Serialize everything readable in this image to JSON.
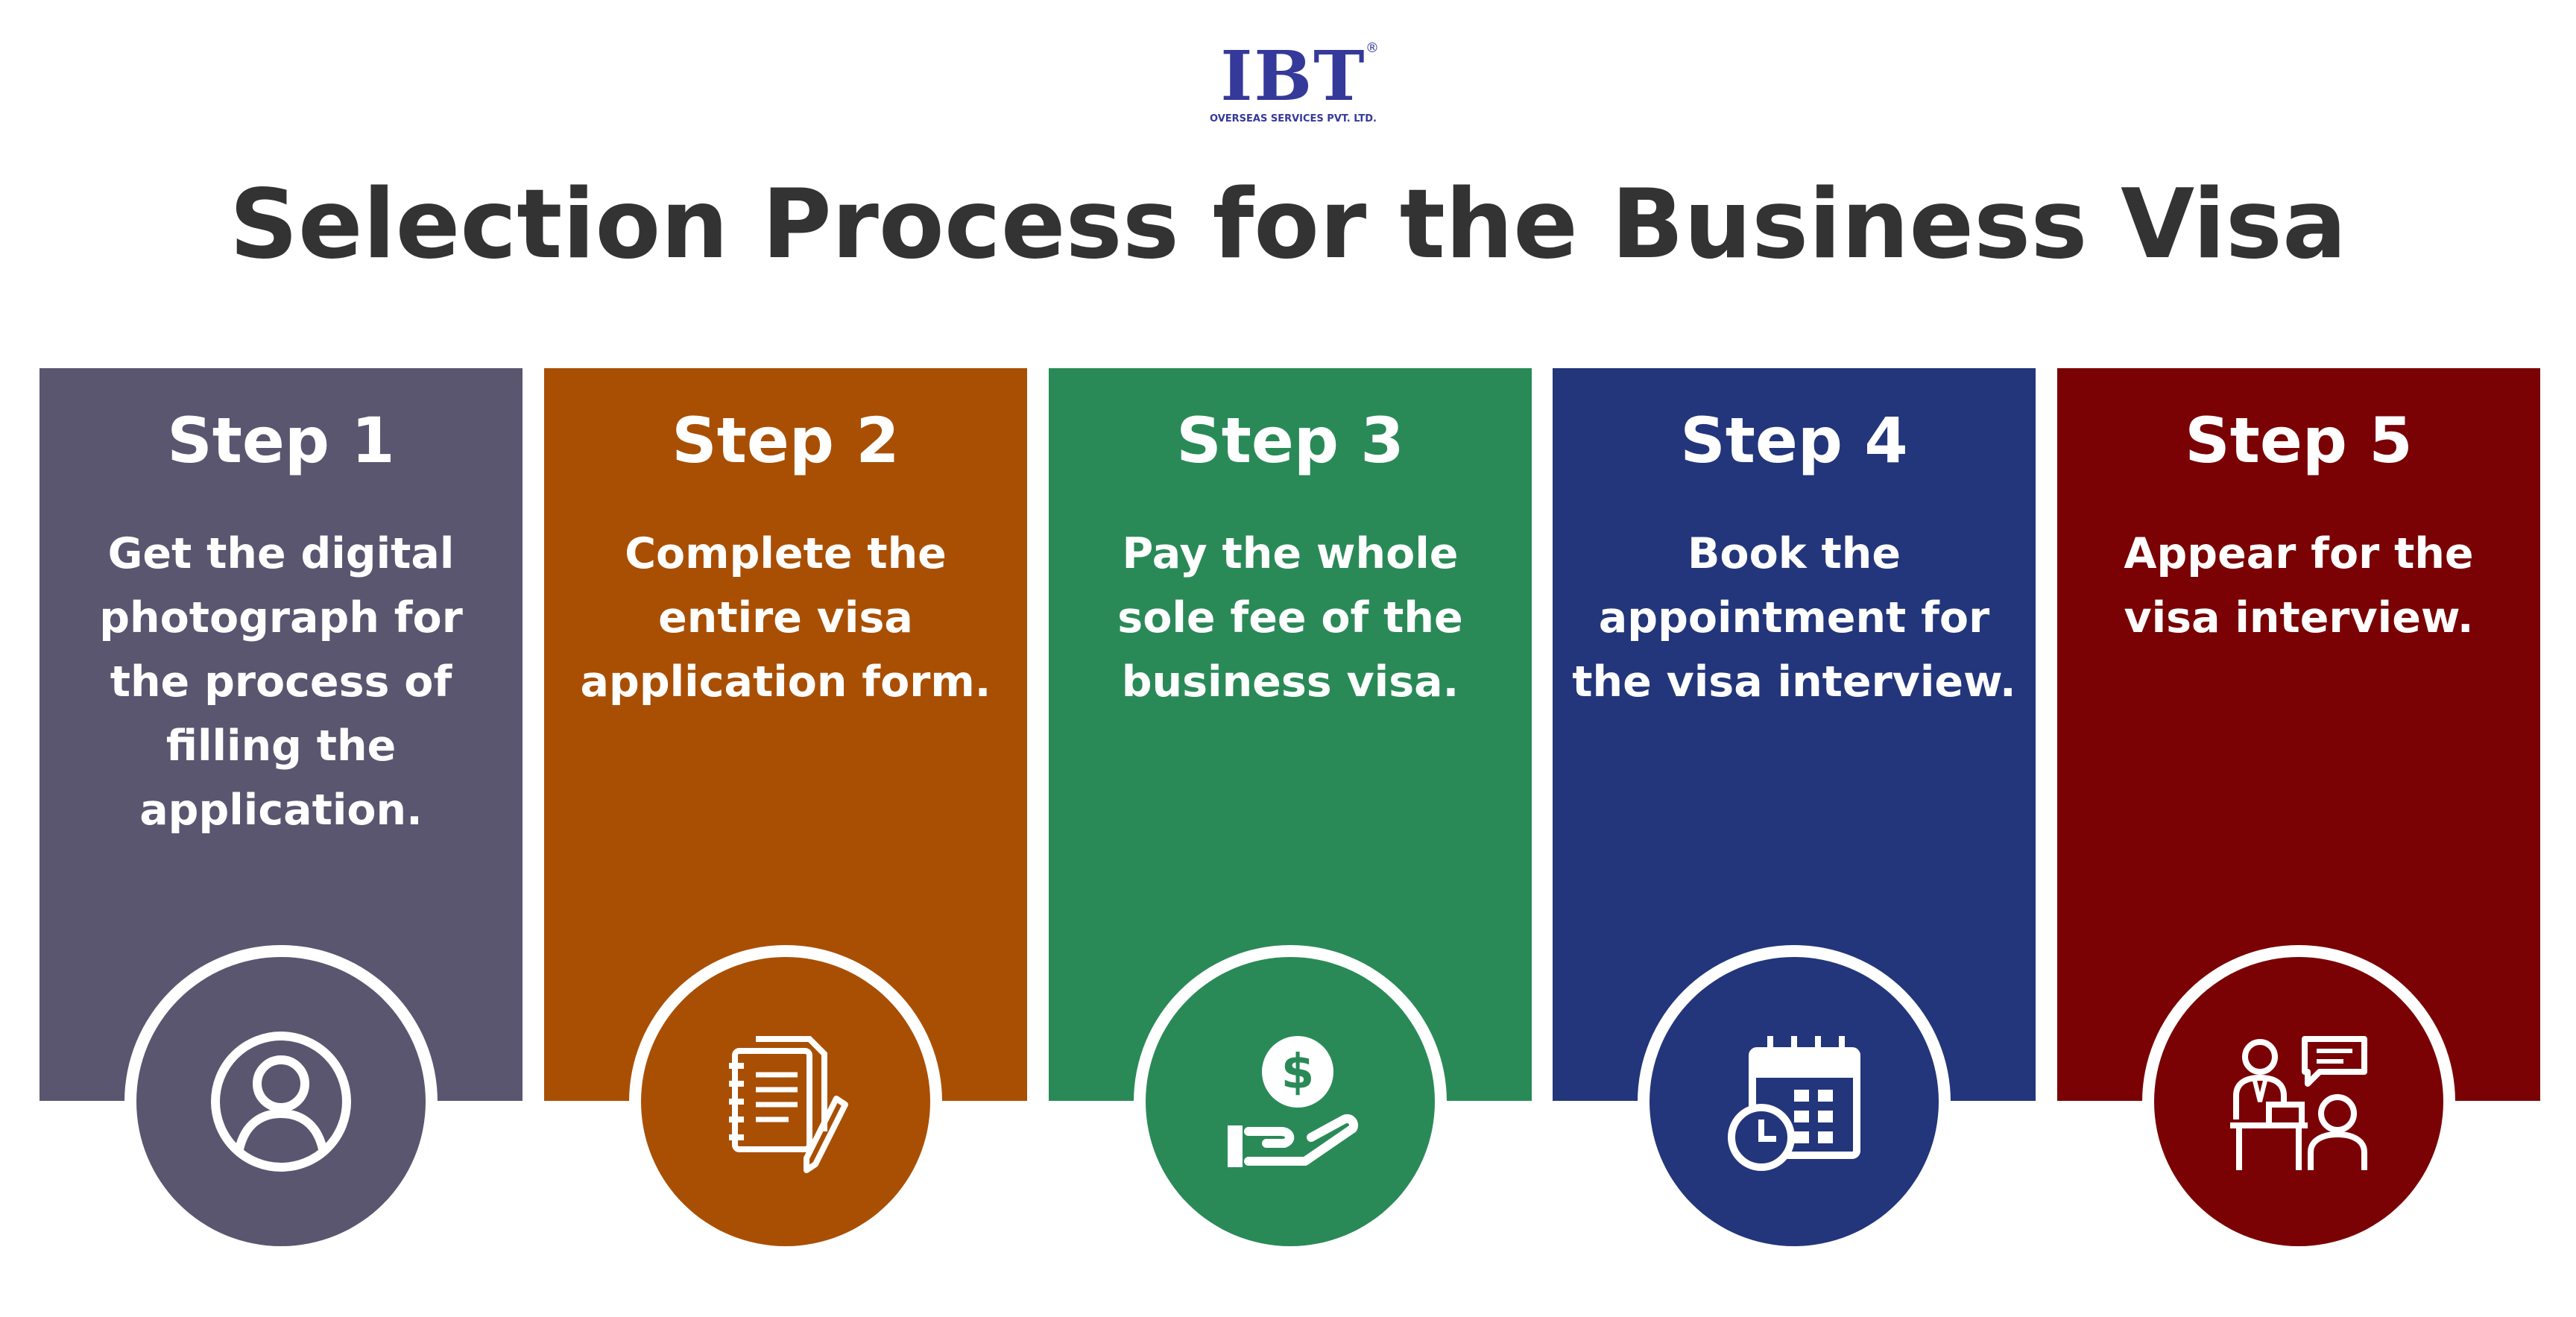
{
  "logo": {
    "main": "IBT",
    "registered": "®",
    "tagline": "OVERSEAS SERVICES PVT. LTD."
  },
  "title": "Selection Process for the Business Visa",
  "colors": {
    "title_text": "#333333",
    "logo": "#35399a",
    "step1": "#5a5670",
    "step2": "#a94f04",
    "step3": "#2a8a57",
    "step4": "#23367b",
    "step5": "#7a0204"
  },
  "steps": [
    {
      "title": "Step 1",
      "lines": [
        "Get the digital",
        "photograph for",
        "the process of",
        "filling the",
        "application."
      ],
      "icon": "user-profile-icon"
    },
    {
      "title": "Step 2",
      "lines": [
        "Complete the",
        "entire visa",
        "application form."
      ],
      "icon": "notebook-pencil-icon"
    },
    {
      "title": "Step 3",
      "lines": [
        "Pay the whole",
        "sole fee of the",
        "business visa."
      ],
      "icon": "dollar-coin-hand-icon"
    },
    {
      "title": "Step 4",
      "lines": [
        "Book the",
        "appointment for",
        "the visa interview."
      ],
      "icon": "calendar-clock-icon"
    },
    {
      "title": "Step 5",
      "lines": [
        "Appear for the",
        "visa interview."
      ],
      "icon": "interview-icon"
    }
  ]
}
